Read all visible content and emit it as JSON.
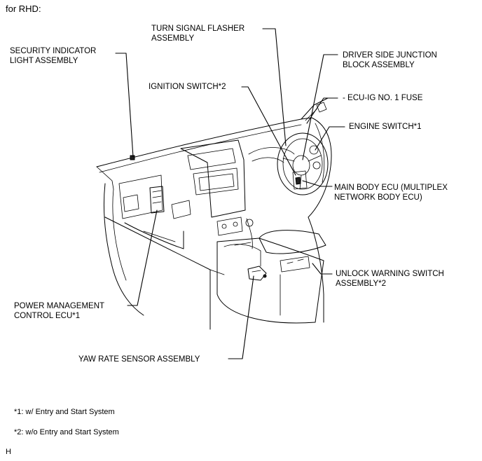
{
  "header": {
    "title": "for RHD:"
  },
  "labels": {
    "turn_signal": "TURN SIGNAL FLASHER\nASSEMBLY",
    "security_indicator": "SECURITY INDICATOR\nLIGHT ASSEMBLY",
    "ignition_switch": "IGNITION SWITCH*2",
    "driver_junction": "DRIVER SIDE JUNCTION\nBLOCK ASSEMBLY",
    "ecu_ig_fuse": "- ECU-IG NO. 1 FUSE",
    "engine_switch": "ENGINE SWITCH*1",
    "main_body_ecu": "MAIN BODY ECU (MULTIPLEX\nNETWORK BODY ECU)",
    "unlock_warning": "UNLOCK WARNING SWITCH\nASSEMBLY*2",
    "power_management": "POWER MANAGEMENT\nCONTROL ECU*1",
    "yaw_rate": "YAW RATE SENSOR ASSEMBLY"
  },
  "notes": {
    "note1": "*1: w/ Entry and Start System",
    "note2": "*2: w/o Entry and Start System"
  },
  "footer": {
    "code": "H"
  }
}
